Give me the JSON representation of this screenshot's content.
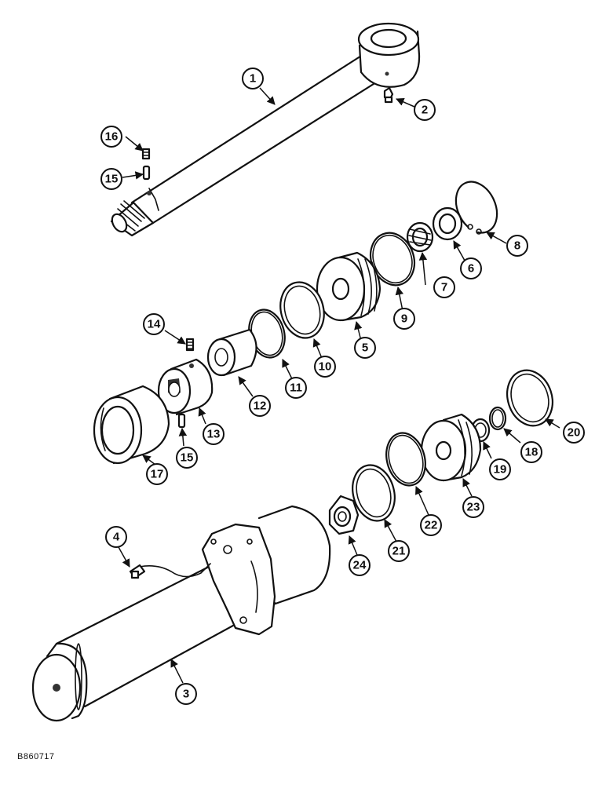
{
  "drawing_code": "B860717",
  "callouts": [
    "1",
    "2",
    "3",
    "4",
    "5",
    "6",
    "7",
    "8",
    "9",
    "10",
    "11",
    "12",
    "13",
    "14",
    "15",
    "15",
    "16",
    "17",
    "18",
    "19",
    "20",
    "21",
    "22",
    "23",
    "24"
  ],
  "colors": {
    "line": "#111111",
    "background": "#ffffff"
  }
}
